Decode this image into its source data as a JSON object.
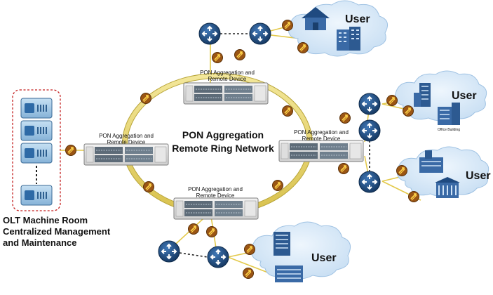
{
  "ring": {
    "title_line1": "PON Aggregation",
    "title_line2": "Remote Ring Network"
  },
  "devices": {
    "label_line1": "PON Aggregation and",
    "label_line2": "Remote Device"
  },
  "olt": {
    "line1": "OLT Machine Room",
    "line2": "Centralized Management",
    "line3": "and Maintenance"
  },
  "user_label": "User",
  "office_building_label": "Office Building",
  "colors": {
    "ring": "#e8d36a",
    "ring_outline": "#b8a53a",
    "router": "#1f4f86",
    "cloud": "#d5e7f7",
    "olt_border": "#c41e1e",
    "optical_module": "#8a4a10",
    "building": "#2d5a91"
  }
}
